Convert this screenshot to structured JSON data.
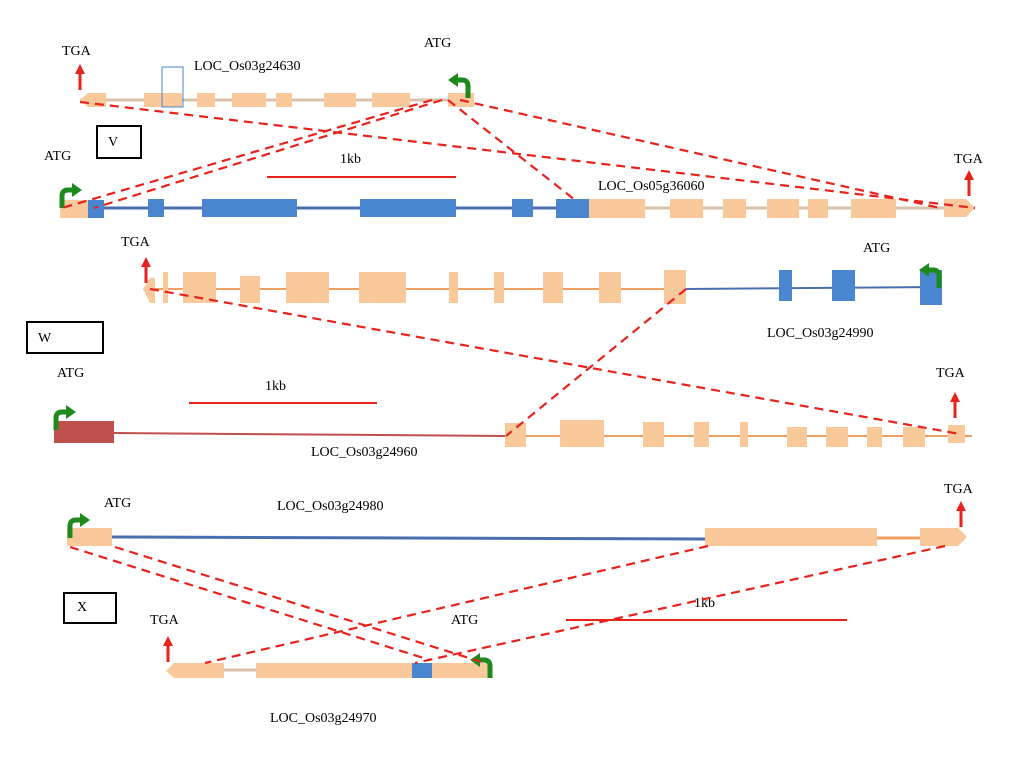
{
  "colors": {
    "exon": "#f9c89b",
    "intron_orange": "#f0a060",
    "blue": "#4a86d0",
    "blue_line": "#4a6fb0",
    "dark_red": "#c0504d",
    "dashed": "#e8221c",
    "arrow_red": "#e8221c",
    "arrow_green": "#1e8a1e",
    "scale": "#e8221c"
  },
  "icons": {
    "start_arrow": "green-bent-arrow-icon",
    "stop_arrow": "red-up-arrow-icon"
  },
  "panel_v": {
    "box_label": "V",
    "gene_a": {
      "name": "LOC_Os03g24630",
      "start": "ATG",
      "stop": "TGA"
    },
    "gene_b": {
      "name": "LOC_Os05g36060",
      "start": "ATG",
      "stop": "TGA"
    },
    "scale": "1kb"
  },
  "panel_w": {
    "box_label": "W",
    "gene_a": {
      "name": "LOC_Os03g24990",
      "start": "ATG",
      "stop": "TGA"
    },
    "gene_b": {
      "name": "LOC_Os03g24960",
      "start": "ATG",
      "stop": "TGA"
    },
    "scale": "1kb"
  },
  "panel_x": {
    "box_label": "X",
    "gene_a": {
      "name": "LOC_Os03g24980",
      "start": "ATG",
      "stop": "TGA"
    },
    "gene_b": {
      "name": "LOC_Os03g24970",
      "start": "ATG",
      "stop": "TGA"
    },
    "scale": "1kb"
  }
}
